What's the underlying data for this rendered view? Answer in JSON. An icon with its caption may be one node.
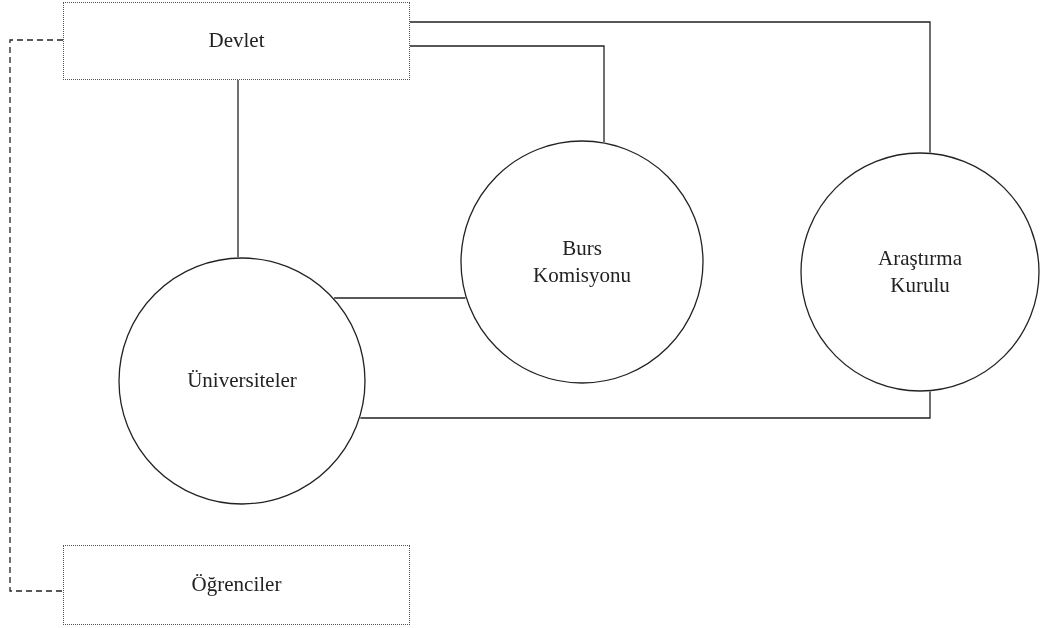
{
  "diagram": {
    "nodes": [
      {
        "text": [
          "Devlet"
        ]
      },
      {
        "text": [
          "Burs Komisyonu"
        ]
      },
      {
        "text": [
          "Araştırma Kurulu"
        ]
      },
      {
        "text": [
          "Üniversiteler"
        ]
      },
      {
        "text": [
          "Öğrenciler"
        ]
      }
    ],
    "edges": [
      {
        "from": 0,
        "to": 3,
        "arrow": "none"
      },
      {
        "from": 0,
        "to": 1,
        "arrow": "none"
      },
      {
        "from": 0,
        "to": 2,
        "arrow": "none"
      },
      {
        "from": 0,
        "to": 4,
        "arrow": "none",
        "style": "dashed"
      },
      {
        "from": 3,
        "to": 1,
        "arrow": "none"
      },
      {
        "from": 3,
        "to": 2,
        "arrow": "none"
      }
    ]
  }
}
